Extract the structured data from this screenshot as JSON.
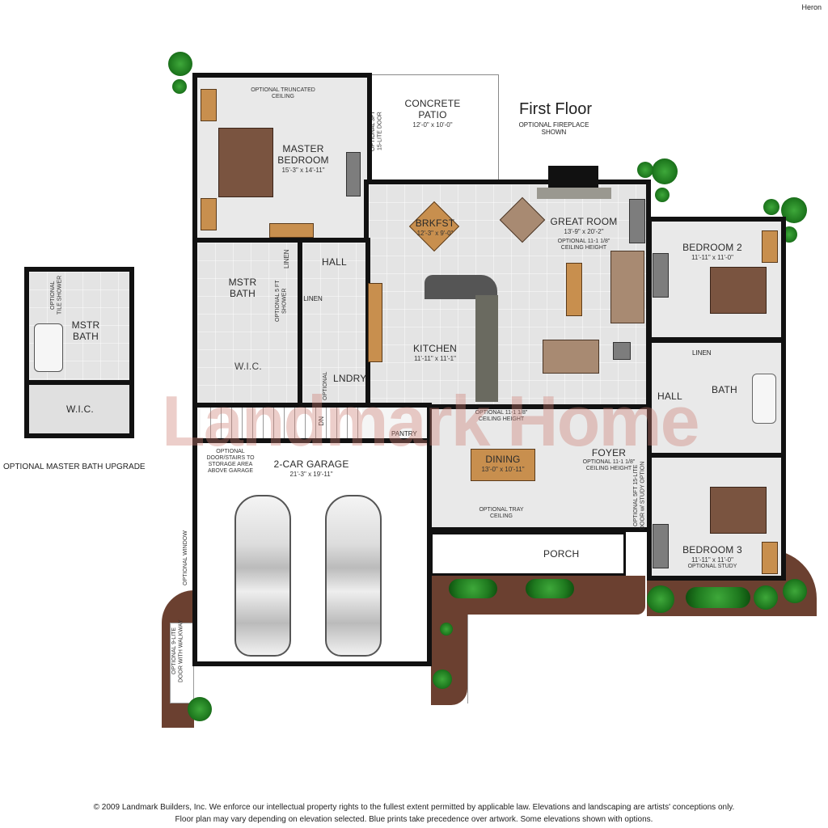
{
  "plan_name": "Heron",
  "title": "First Floor",
  "title_note": [
    "OPTIONAL FIREPLACE",
    "SHOWN"
  ],
  "watermark": "Landmark Home",
  "rooms": {
    "master_bedroom": {
      "name": [
        "MASTER",
        "BEDROOM"
      ],
      "dims": "15'-3\" x 14'-11\"",
      "note": [
        "OPTIONAL TRUNCATED",
        "CEILING"
      ]
    },
    "patio": {
      "name": [
        "CONCRETE",
        "PATIO"
      ],
      "dims": "12'-0\" x 10'-0\""
    },
    "patio_door": "OPTIONAL 3FT 15-LITE DOOR",
    "breakfast": {
      "name": "BRKFST",
      "dims": "12'-3\" x 9'-0\""
    },
    "great_room": {
      "name": "GREAT ROOM",
      "dims": "13'-9\" x 20'-2\"",
      "note": [
        "OPTIONAL 11-1 1/8\"",
        "CEILING HEIGHT"
      ]
    },
    "bedroom2": {
      "name": "BEDROOM 2",
      "dims": "11'-11\" x 11'-0\""
    },
    "mstr_bath": {
      "name": [
        "MSTR",
        "BATH"
      ]
    },
    "linen1": "LINEN",
    "linen2": "LINEN",
    "linen3": "LINEN",
    "hall1": "HALL",
    "shower": "OPTIONAL 5 FT SHOWER",
    "wic": "W.I.C.",
    "laundry": "LNDRY",
    "laundry_optional": "OPTIONAL",
    "kitchen": {
      "name": "KITCHEN",
      "dims": "11'-11\" x 11'-1\""
    },
    "hall2": "HALL",
    "bath": "BATH",
    "stairs_dn": "DN",
    "pantry": "PANTRY",
    "dining": {
      "name": "DINING",
      "dims": "13'-0\" x 10'-11\"",
      "note_top": [
        "OPTIONAL 11-1 1/8\"",
        "CEILING HEIGHT"
      ],
      "note_bottom": [
        "OPTIONAL TRAY",
        "CEILING"
      ]
    },
    "foyer": {
      "name": "FOYER",
      "note": [
        "OPTIONAL 11-1 1/8\"",
        "CEILING HEIGHT"
      ]
    },
    "study_door": "OPTIONAL 5FT 15-LITE DOOR w/ STUDY OPTION",
    "bedroom3": {
      "name": "BEDROOM 3",
      "dims": "11'-11\" x 11'-0\"",
      "note": "OPTIONAL STUDY"
    },
    "garage": {
      "name": "2-CAR GARAGE",
      "dims": "21'-3\" x 19'-11\""
    },
    "garage_storage": [
      "OPTIONAL",
      "DOOR/STAIRS TO",
      "STORAGE AREA",
      "ABOVE GARAGE"
    ],
    "porch": "PORCH",
    "garage_window": "OPTIONAL WINDOW",
    "garage_door": "OPTIONAL 9-LITE DOOR WITH WALKWAY"
  },
  "upgrade": {
    "bath": [
      "MSTR",
      "BATH"
    ],
    "shower": "OPTIONAL TILE SHOWER",
    "wic": "W.I.C.",
    "caption": "OPTIONAL MASTER BATH UPGRADE"
  },
  "footer": [
    "© 2009 Landmark Builders, Inc. We enforce our intellectual property rights to the fullest extent permitted by applicable law.  Elevations and landscaping are artists' conceptions only.",
    "Floor plan may vary depending on elevation selected.  Blue prints take precedence over artwork.  Some elevations shown with options."
  ],
  "colors": {
    "wall": "#111111",
    "floor": "#e9e9e9",
    "wood": "#c88f4e",
    "bed": "#7a5440",
    "mulch": "#6b4030",
    "shrub": "#1f7a1f",
    "watermark": "#d28c82"
  }
}
